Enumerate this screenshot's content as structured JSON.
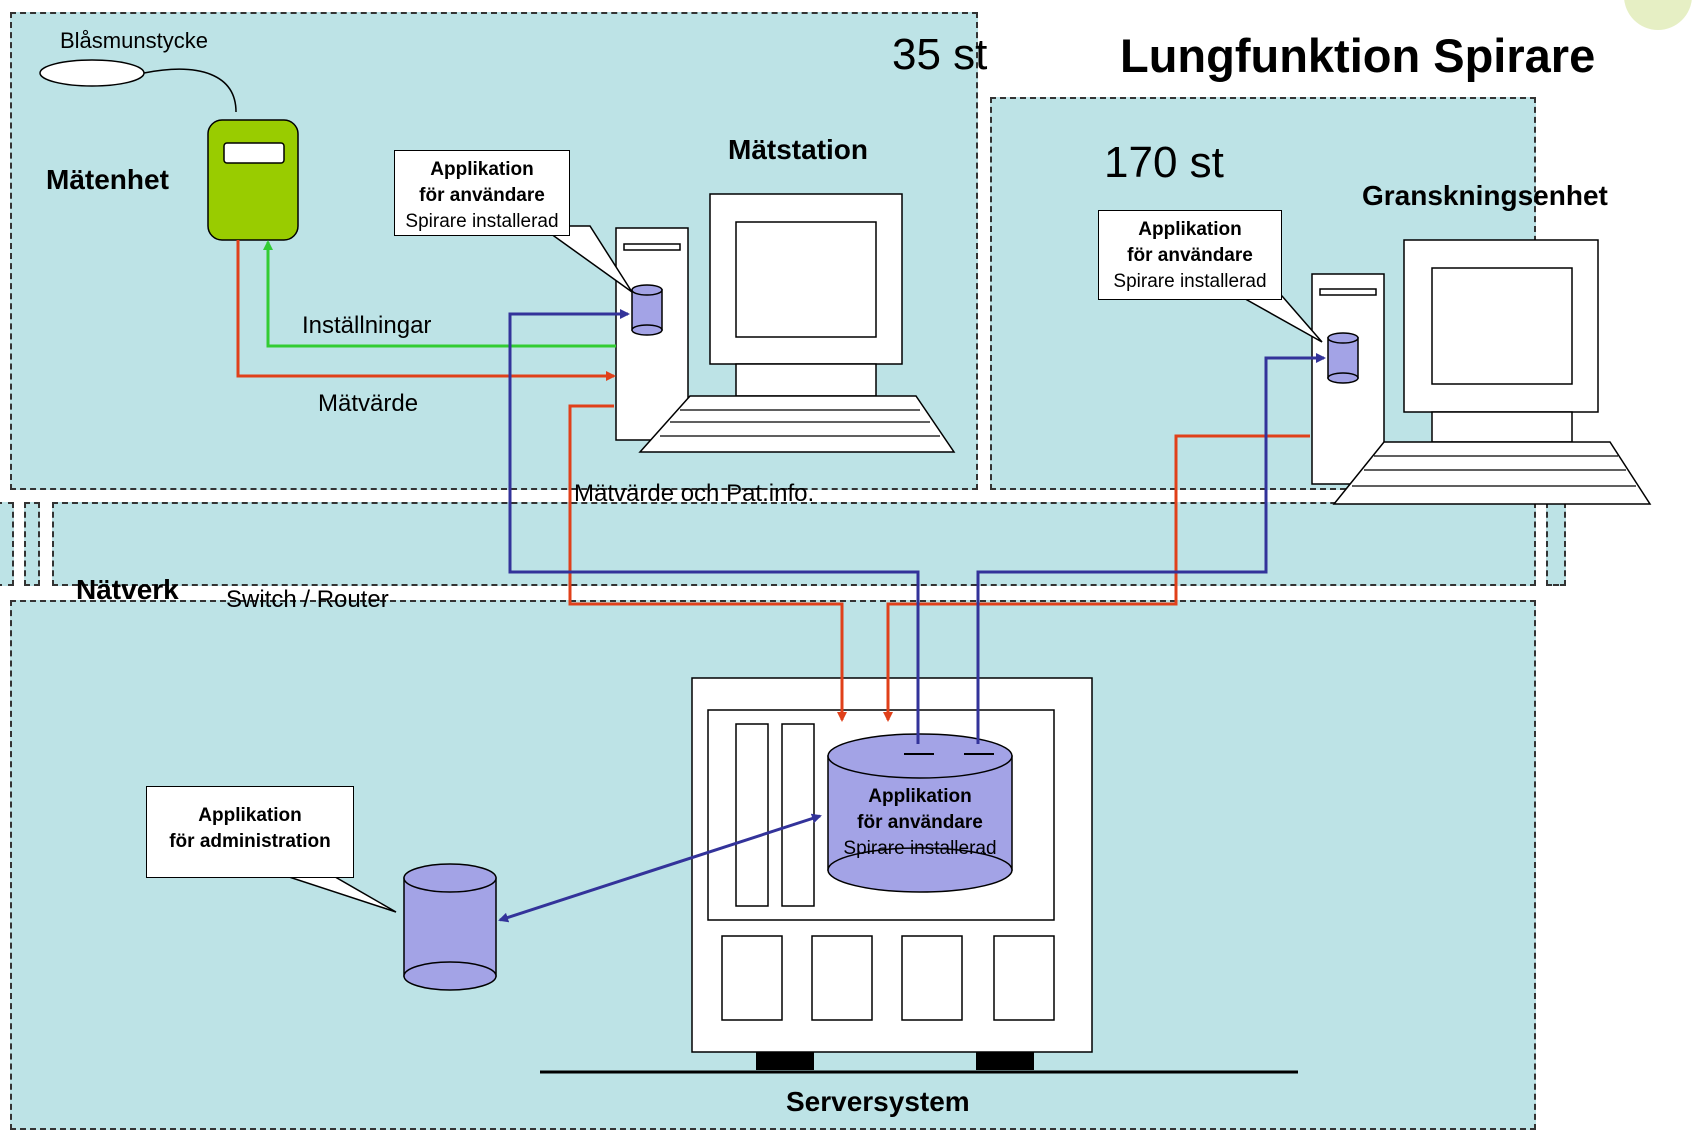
{
  "title": "Lungfunktion Spirare",
  "measurement_zone": {
    "count": "35 st",
    "station_label": "Mätstation",
    "unit_label": "Mätenhet",
    "mouthpiece_label": "Blåsmunstycke"
  },
  "review_zone": {
    "count": "170 st",
    "unit_label": "Granskningsenhet"
  },
  "network_zone": {
    "label": "Nätverk",
    "sublabel": "Switch / Router"
  },
  "server_zone": {
    "label": "Serversystem"
  },
  "callouts": {
    "station_app": {
      "line1": "Applikation",
      "line2": "för användare",
      "line3": "Spirare installerad"
    },
    "review_app": {
      "line1": "Applikation",
      "line2": "för användare",
      "line3": "Spirare installerad"
    },
    "server_app": {
      "line1": "Applikation",
      "line2": "för användare",
      "line3": "Spirare installerad"
    },
    "admin_app": {
      "line1": "Applikation",
      "line2": "för administration"
    }
  },
  "flows": {
    "settings": "Inställningar",
    "measurement": "Mätvärde",
    "measurement_patient": "Mätvärde och Pat.info."
  },
  "colors": {
    "zone_fill": "#bde3e6",
    "red_flow": "#e0401a",
    "green_flow": "#33cc33",
    "blue_flow": "#33339a",
    "db_fill": "#a3a3e6",
    "device_fill": "#99cc00"
  }
}
